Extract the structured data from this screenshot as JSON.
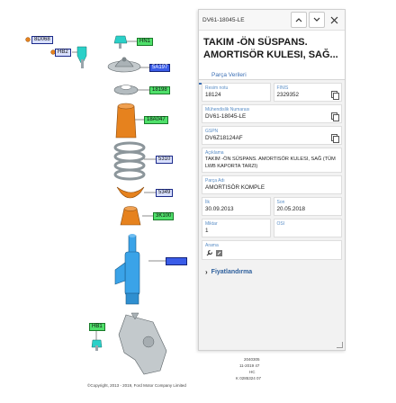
{
  "diagram": {
    "callouts": {
      "n1": "HN1",
      "n2": "5A197",
      "n3": "18198",
      "n4": "18A047",
      "n5": "5310",
      "n6": "5349",
      "n7": "3K100",
      "n8": "",
      "n9": "HB1",
      "n10": "8D068",
      "n11": "HB2"
    },
    "colors": {
      "part_gray": "#9aa4ab",
      "part_teal": "#2ad0c8",
      "boot_orange": "#e6821e",
      "strut_blue": "#3aa3e8",
      "knuckle_gray": "#b8bec2"
    },
    "footer": {
      "code1": "2040305",
      "code2": "11-2019 47",
      "code3": "HC",
      "code4": "K 0285324 07",
      "copyright": "©Copyright, 2013 - 2019, Ford Motor Company Limited"
    }
  },
  "panel": {
    "part_code": "DV61-18045-LE",
    "title": "TAKIM -ÖN SÜSPANS. AMORTISÖR KULESI, SAĞ...",
    "tab": "Parça Verileri",
    "fields": {
      "resim_label": "Resim notu",
      "resim_value": "18124",
      "finis_label": "FINIS",
      "finis_value": "2329352",
      "muh_label": "Mühendislik Numarası",
      "muh_value": "DV61-18045-LE",
      "gspn_label": "GSPN",
      "gspn_value": "DV6Z18124AF",
      "aciklama_label": "Açıklama",
      "aciklama_value": "TAKIM -ÖN SÜSPANS. AMORTISÖR KULESI, SAĞ (TÜM LWB KAPORTA TARZI)",
      "parca_adi_label": "Parça Adı",
      "parca_adi_value": "AMORTISÖR KOMPLE",
      "ilk_label": "İlk",
      "ilk_value": "30.09.2013",
      "son_label": "Son",
      "son_value": "20.05.2018",
      "miktar_label": "Miktar",
      "miktar_value": "1",
      "osi_label": "OSI",
      "osi_value": "",
      "arama_label": "Arama"
    },
    "pricing": "Fiyatlandırma",
    "icons": [
      "chevron-up-icon",
      "chevron-down-icon",
      "close-icon",
      "copy-icon",
      "wrench-icon",
      "edit-icon",
      "chevron-right-icon"
    ]
  }
}
